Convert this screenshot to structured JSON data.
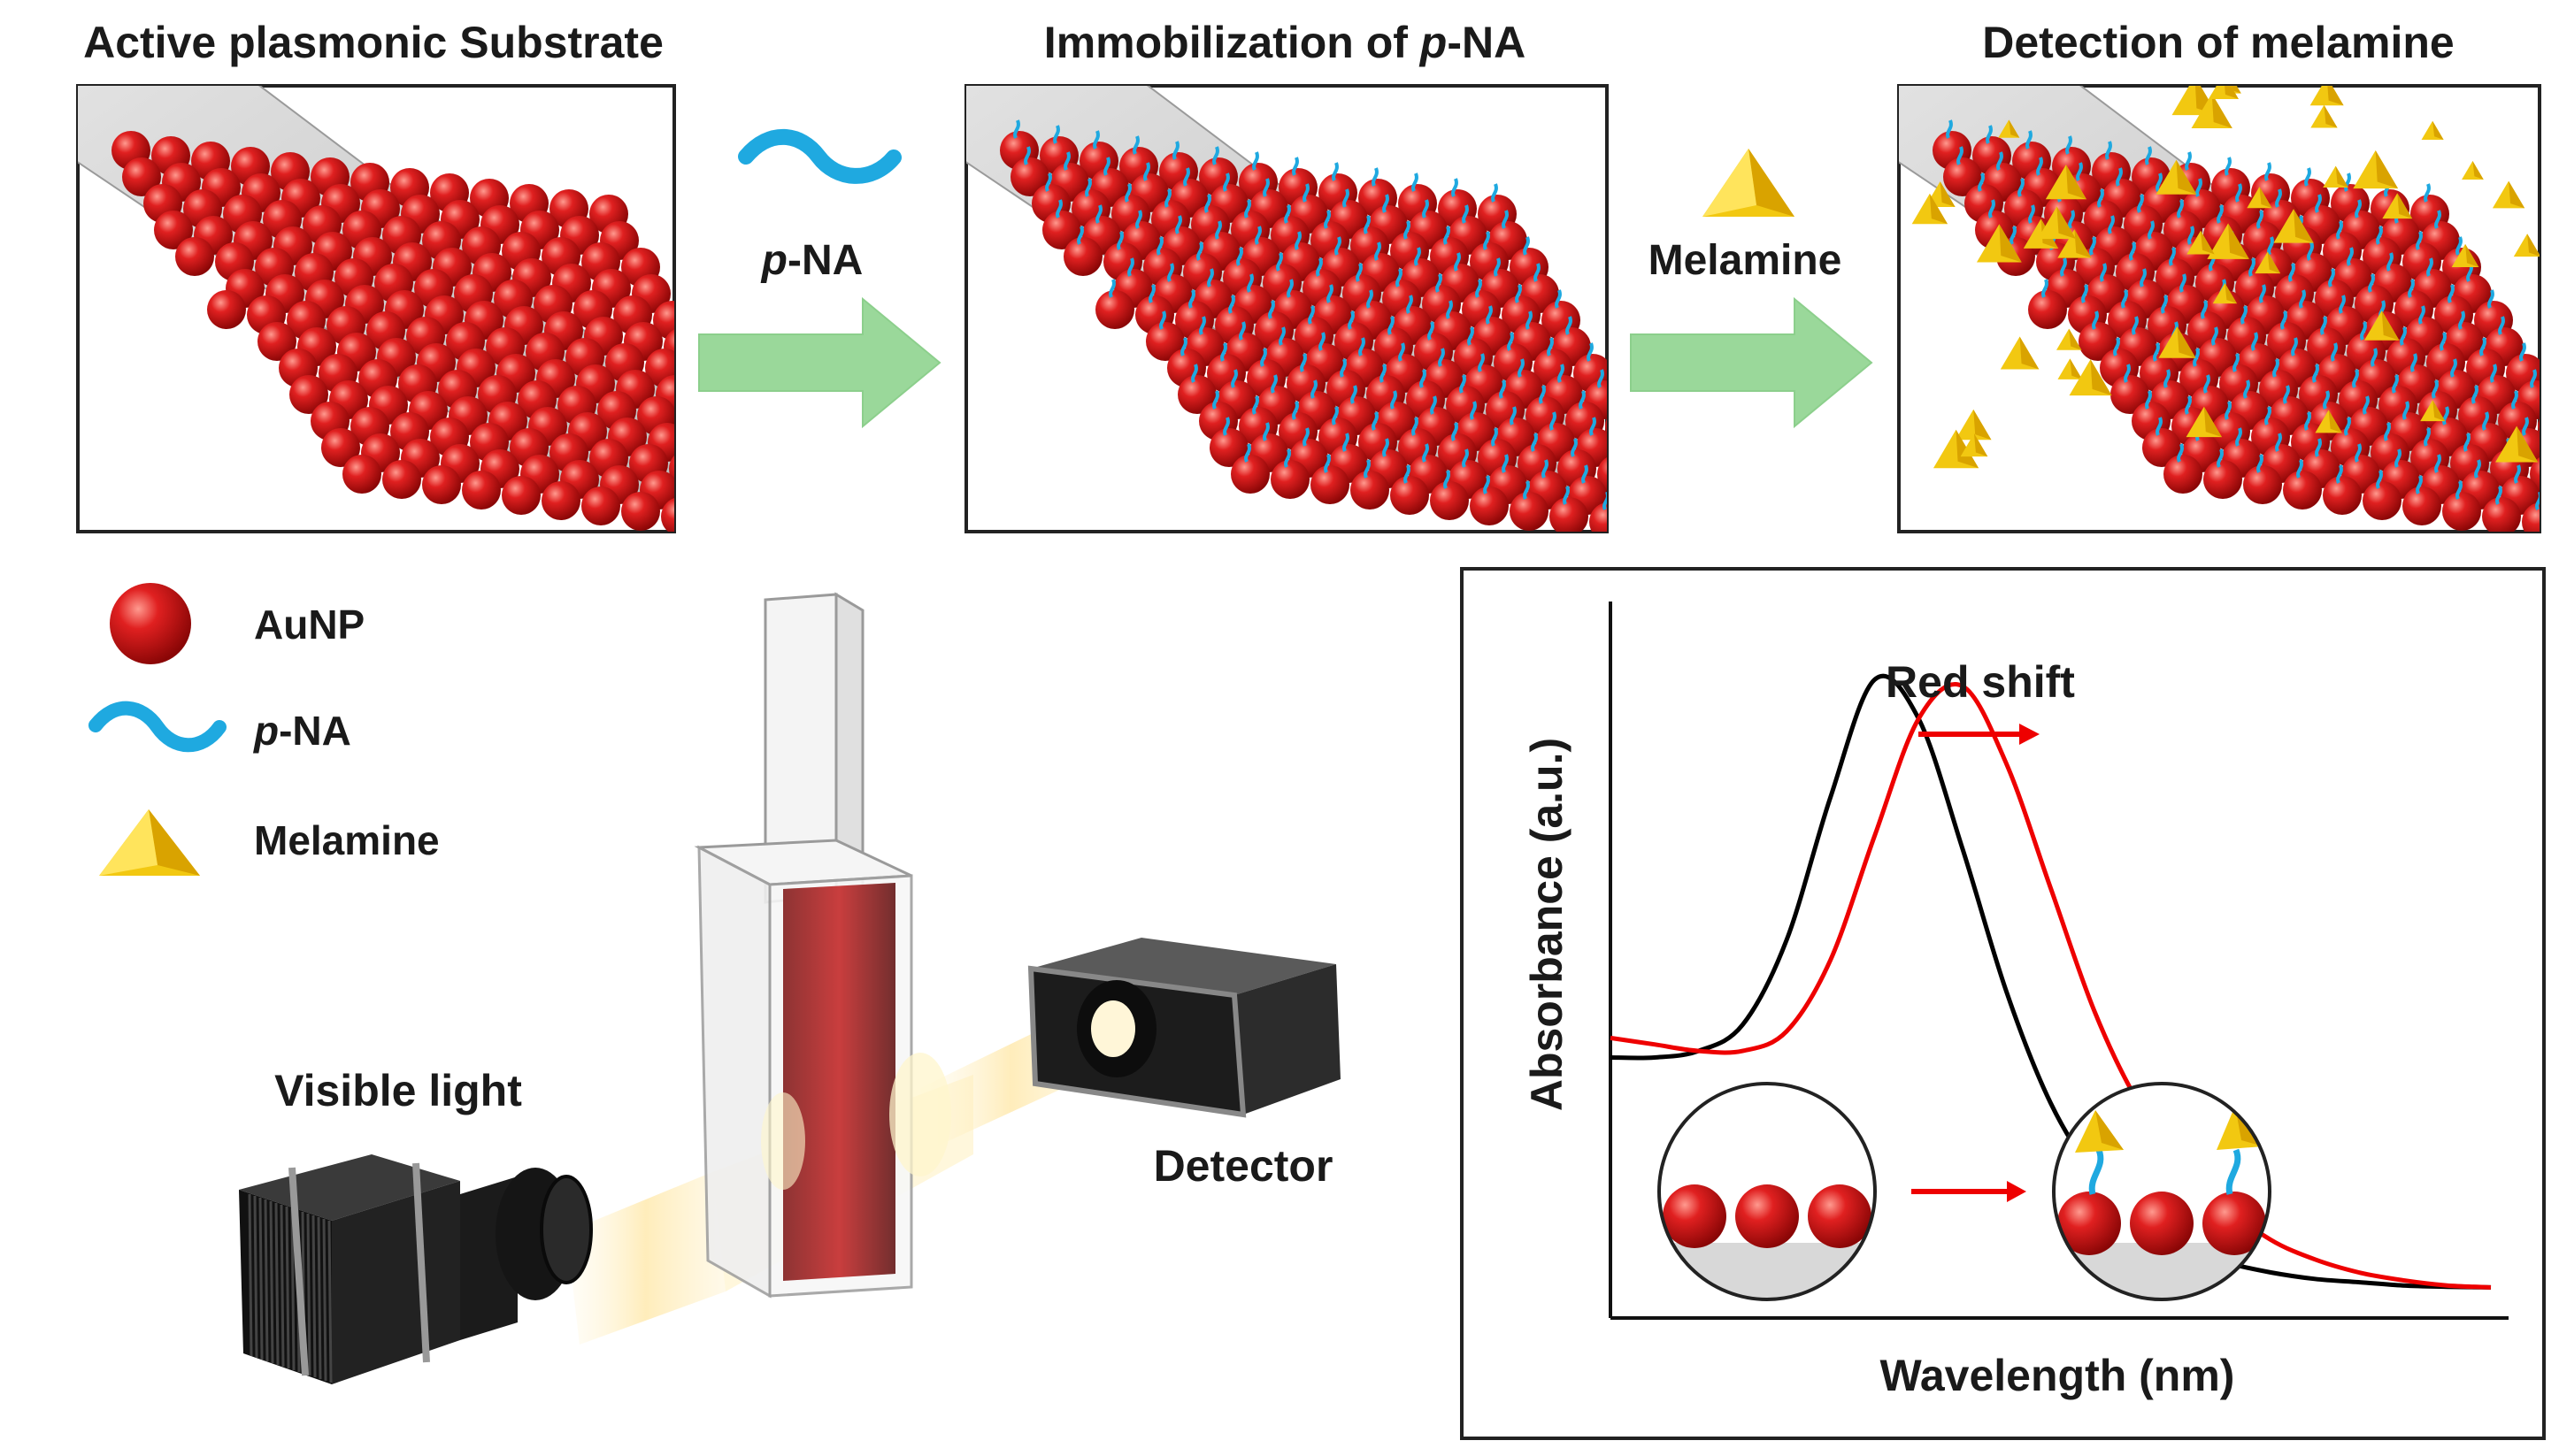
{
  "panels": {
    "substrate_title": "Active plasmonic Substrate",
    "immobilization_title_prefix": "Immobilization of ",
    "immobilization_title_italic": "p",
    "immobilization_title_suffix": "-NA",
    "detection_title": "Detection of melamine"
  },
  "arrows": {
    "pna_label_italic": "p",
    "pna_label_suffix": "-NA",
    "melamine_label": "Melamine"
  },
  "legend": {
    "items": [
      {
        "icon": "sphere-icon",
        "label": "AuNP"
      },
      {
        "icon": "wave-icon",
        "label_italic": "p",
        "label_suffix": "-NA"
      },
      {
        "icon": "pyramid-icon",
        "label": "Melamine"
      }
    ]
  },
  "setup": {
    "light_label": "Visible light",
    "detector_label": "Detector"
  },
  "chart_data": {
    "type": "line",
    "title": "",
    "xlabel": "Wavelength (nm)",
    "ylabel": "Absorbance (a.u.)",
    "annotation": "Red shift",
    "grid": false,
    "x": [
      0,
      5,
      10,
      15,
      20,
      25,
      30,
      35,
      40,
      45,
      50,
      55,
      60,
      65,
      70,
      75,
      80,
      85,
      90,
      95,
      100
    ],
    "series": [
      {
        "color": "#000000",
        "values": [
          0.4,
          0.4,
          0.41,
          0.45,
          0.58,
          0.8,
          0.98,
          0.92,
          0.72,
          0.5,
          0.33,
          0.22,
          0.15,
          0.11,
          0.085,
          0.07,
          0.06,
          0.055,
          0.05,
          0.048,
          0.047
        ]
      },
      {
        "color": "#ee0000",
        "values": [
          0.43,
          0.42,
          0.41,
          0.41,
          0.44,
          0.55,
          0.74,
          0.92,
          0.97,
          0.85,
          0.66,
          0.47,
          0.33,
          0.24,
          0.17,
          0.12,
          0.09,
          0.07,
          0.058,
          0.05,
          0.047
        ]
      }
    ],
    "xlim": [
      0,
      100
    ],
    "ylim": [
      0,
      1.1
    ]
  },
  "colors": {
    "aunp": "#d41818",
    "pna": "#1fa9e0",
    "melamine": "#f2c811",
    "arrow": "#9ad89a",
    "redshift": "#ee0000"
  }
}
